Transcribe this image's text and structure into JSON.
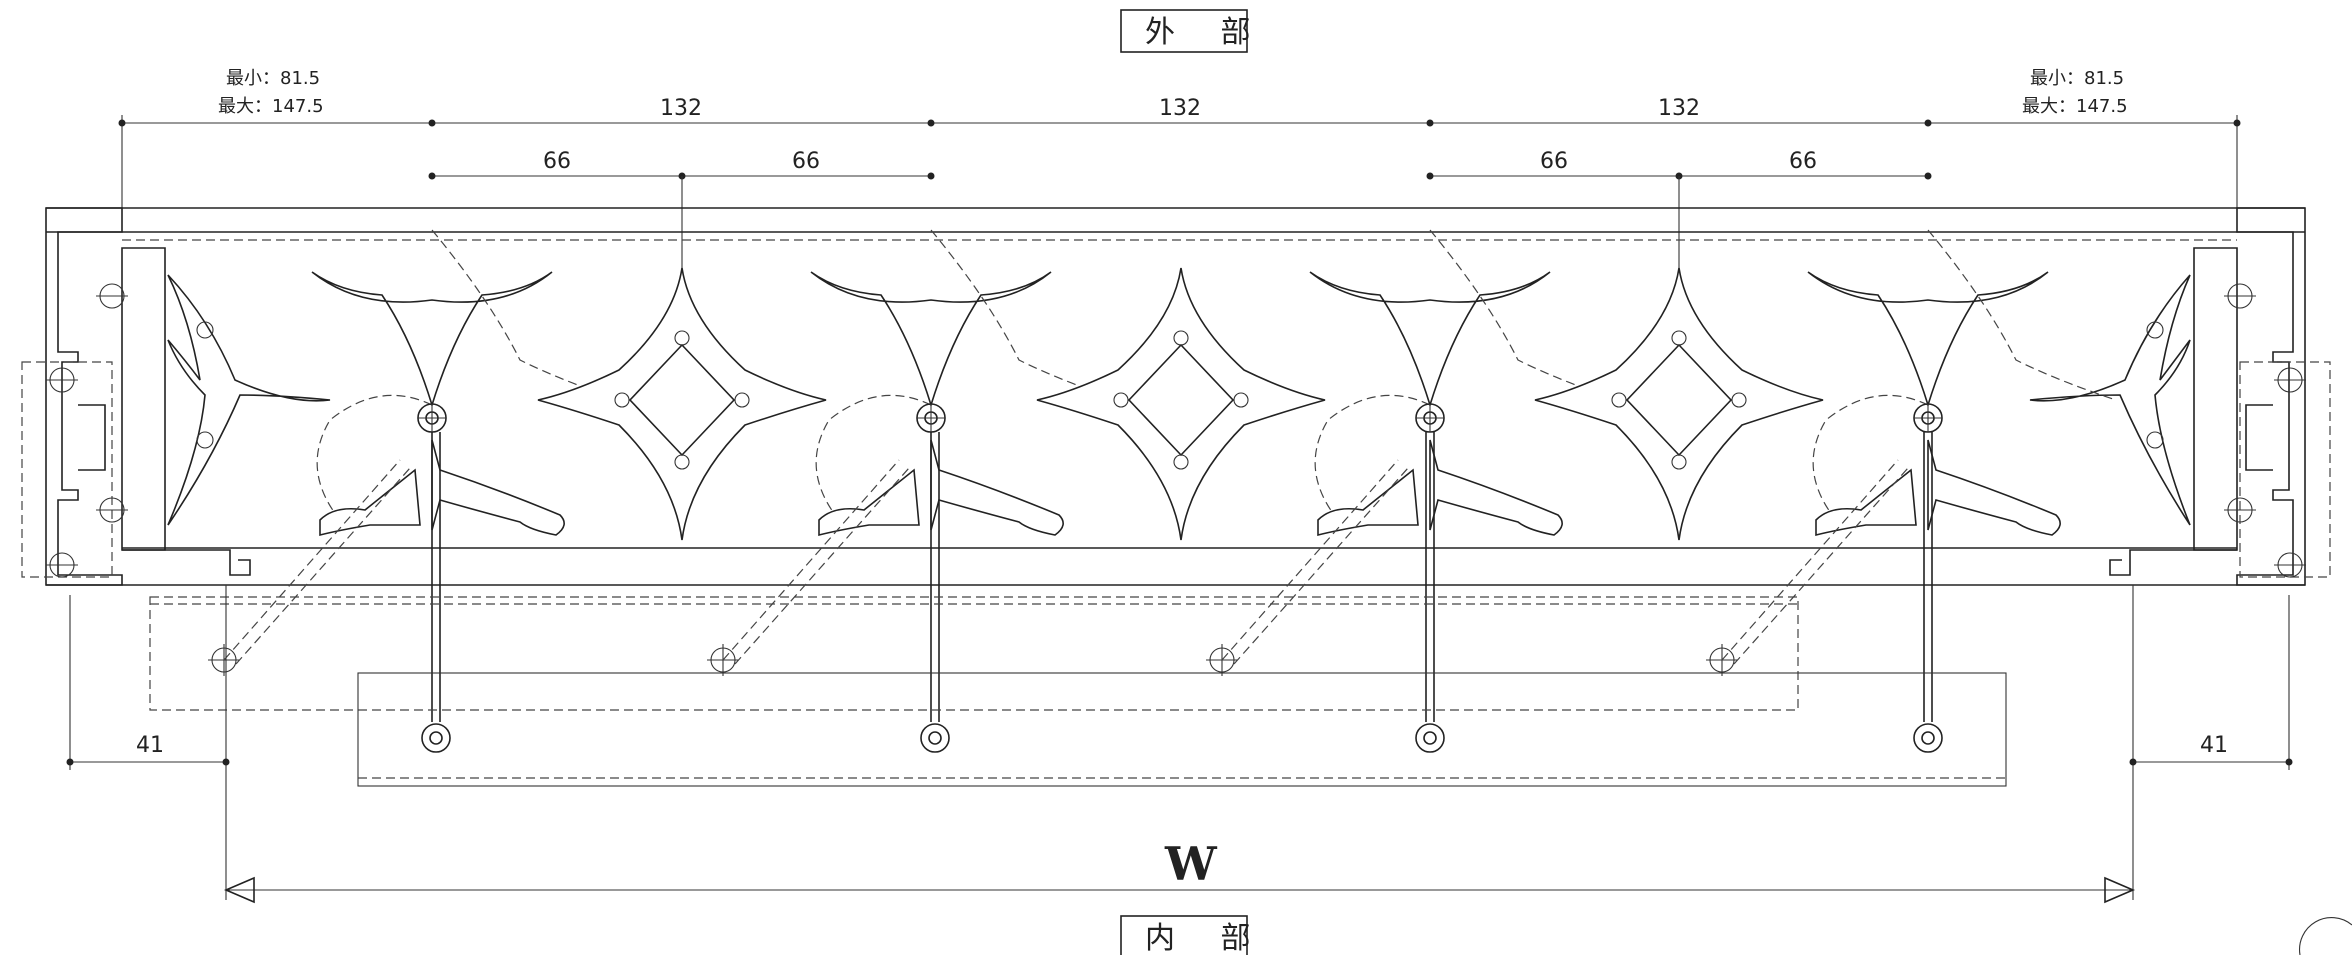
{
  "labels": {
    "exterior": "外 部",
    "interior": "内 部",
    "width_symbol": "W"
  },
  "end_margins": {
    "left_min": "最小：81.5",
    "left_max": "最大：147.5",
    "right_min": "最小：81.5",
    "right_max": "最大：147.5"
  },
  "pitch_dims": [
    "132",
    "132",
    "132"
  ],
  "half_pitch_dims": [
    "66",
    "66",
    "66",
    "66"
  ],
  "frame_dims": {
    "left": "41",
    "right": "41"
  }
}
